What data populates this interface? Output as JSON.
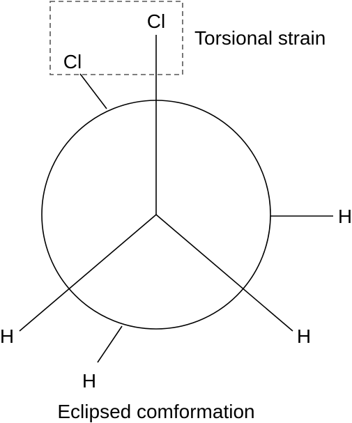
{
  "annotation": {
    "label": "Torsional strain"
  },
  "caption": "Eclipsed comformation",
  "front_carbon": {
    "substituents": [
      "Cl",
      "H",
      "H"
    ]
  },
  "back_carbon": {
    "substituents": [
      "Cl",
      "H",
      "H"
    ]
  },
  "colors": {
    "stroke": "#000000",
    "box_stroke": "#555555",
    "background": "#ffffff"
  }
}
